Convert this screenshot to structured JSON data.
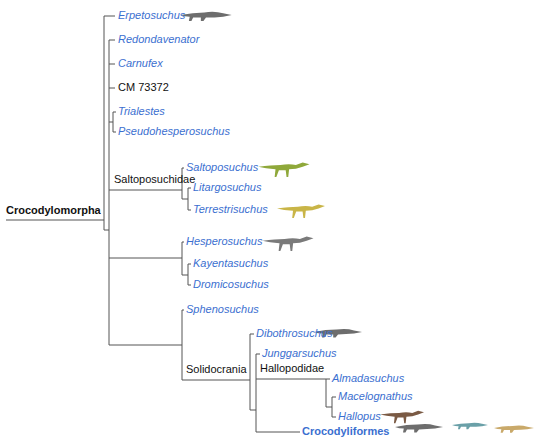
{
  "diagram": {
    "labels": [
      "Erpetosuchus",
      "Redondavenator",
      "Carnufex",
      "CM 73372",
      "Trialestes",
      "Pseudohesperosuchus",
      "Saltoposuchidae",
      "Saltoposuchus",
      "Litargosuchus",
      "Terrestrisuchus",
      "Hesperosuchus",
      "Kayentasuchus",
      "Dromicosuchus",
      "Sphenosuchus",
      "Dibothrosuchus",
      "Solidocrania",
      "Junggarsuchus",
      "Hallopodidae",
      "Almadasuchus",
      "Macelognathus",
      "Hallopus",
      "Crocodyliformes",
      "Crocodylomorpha"
    ]
  }
}
